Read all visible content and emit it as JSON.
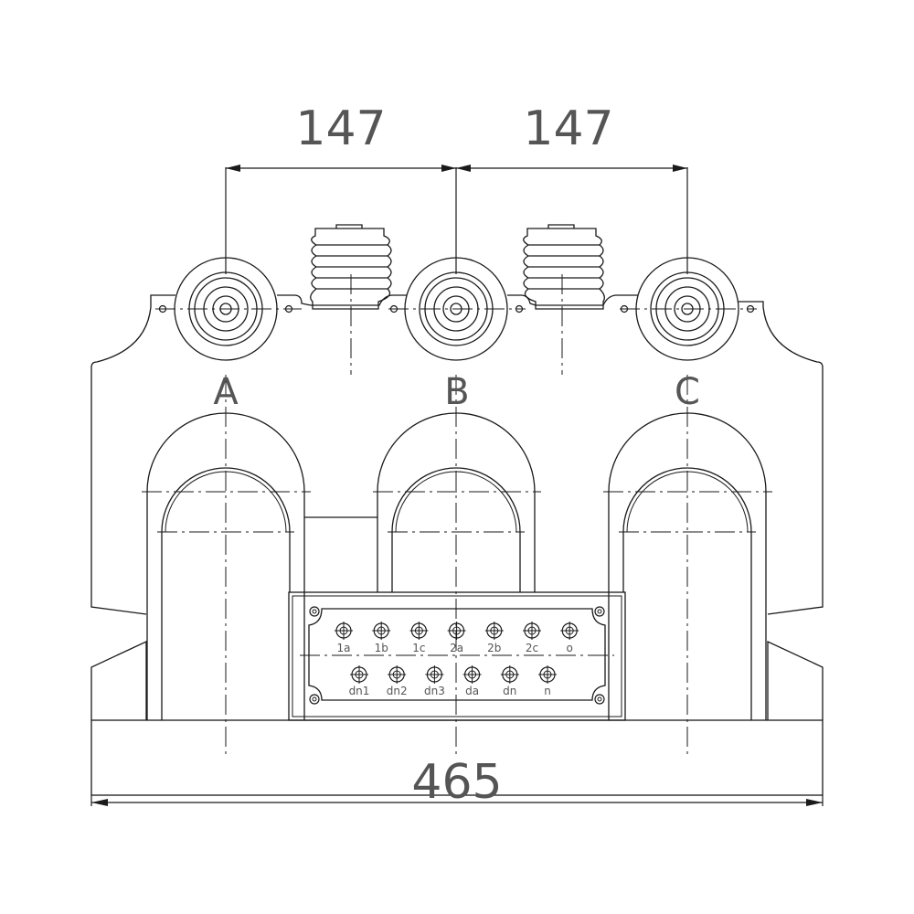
{
  "dimensions": {
    "left_spacing": "147",
    "right_spacing": "147",
    "overall_width": "465"
  },
  "phases": [
    "A",
    "B",
    "C"
  ],
  "terminals": {
    "row1": [
      "1a",
      "1b",
      "1c",
      "2a",
      "2b",
      "2c",
      "o"
    ],
    "row2": [
      "dn1",
      "dn2",
      "dn3",
      "da",
      "dn",
      "n"
    ]
  },
  "colors": {
    "line": "#1a1a1a",
    "label": "#555555"
  }
}
